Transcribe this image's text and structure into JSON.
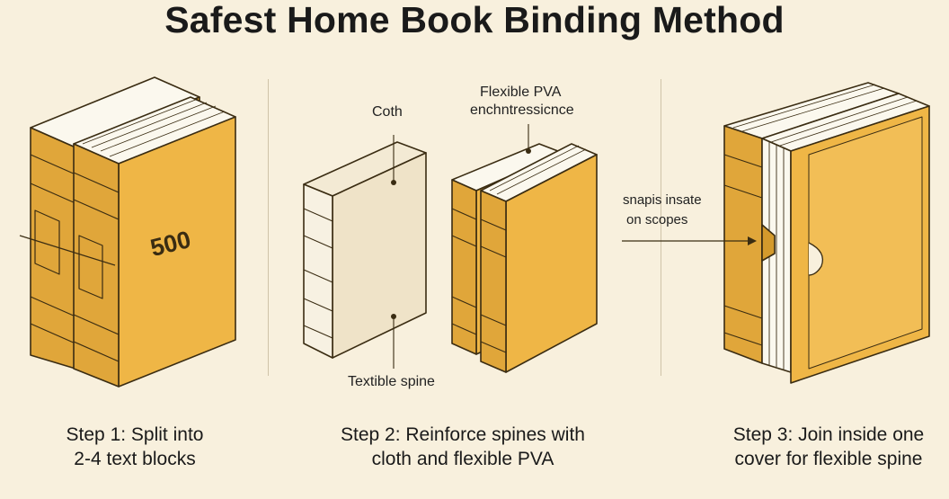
{
  "title": "Safest Home Book Binding Method",
  "colors": {
    "background": "#f8f0dd",
    "cover": "#efb646",
    "cover_dark": "#d49a2c",
    "spine": "#e0a63a",
    "pages": "#fbf8ee",
    "cloth": "#efe3c8",
    "outline": "#3a2c12"
  },
  "step1": {
    "number_on_cover": "500",
    "caption_line1": "Step 1: Split into",
    "caption_line2": "2-4 text blocks"
  },
  "step2": {
    "label_cloth": "Coth",
    "label_pva_line1": "Flexible PVA",
    "label_pva_line2": "enchntressicnce",
    "label_spine": "Textible spine",
    "caption_line1": "Step 2: Reinforce spines with",
    "caption_line2": "cloth and flexible PVA"
  },
  "step3": {
    "label_line1": "snapis insate",
    "label_line2": "on scopes",
    "caption_line1": "Step 3: Join inside one",
    "caption_line2": "cover for flexible spine"
  }
}
